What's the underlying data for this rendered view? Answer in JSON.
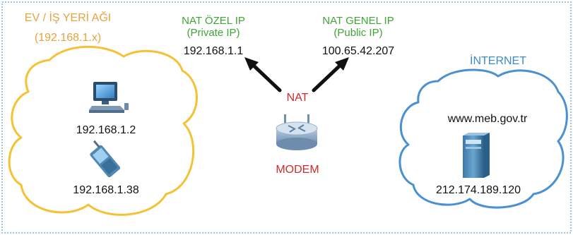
{
  "colors": {
    "border": "#9cc7e4",
    "lan_cloud": "#f4c234",
    "internet_cloud": "#4a90d2",
    "lan_text": "#e8a33c",
    "nat_ip_text": "#3fa535",
    "internet_text": "#3d8cc8",
    "modem_text": "#d22b2b"
  },
  "lan": {
    "title": "EV / İŞ YERİ AĞI",
    "subnet": "(192.168.1.x)",
    "computer_ip": "192.168.1.2",
    "phone_ip": "192.168.1.38",
    "icons": [
      "desktop-computer-icon",
      "mobile-phone-icon"
    ]
  },
  "nat_private": {
    "title": "NAT ÖZEL IP",
    "subtitle": "(Private IP)",
    "ip": "192.168.1.1"
  },
  "nat_public": {
    "title": "NAT GENEL IP",
    "subtitle": "(Public IP)",
    "ip": "100.65.42.207"
  },
  "modem": {
    "nat_label": "NAT",
    "label": "MODEM",
    "icon": "router-icon"
  },
  "internet": {
    "title": "İNTERNET",
    "server_name": "www.meb.gov.tr",
    "server_ip": "212.174.189.120",
    "icon": "server-icon"
  }
}
